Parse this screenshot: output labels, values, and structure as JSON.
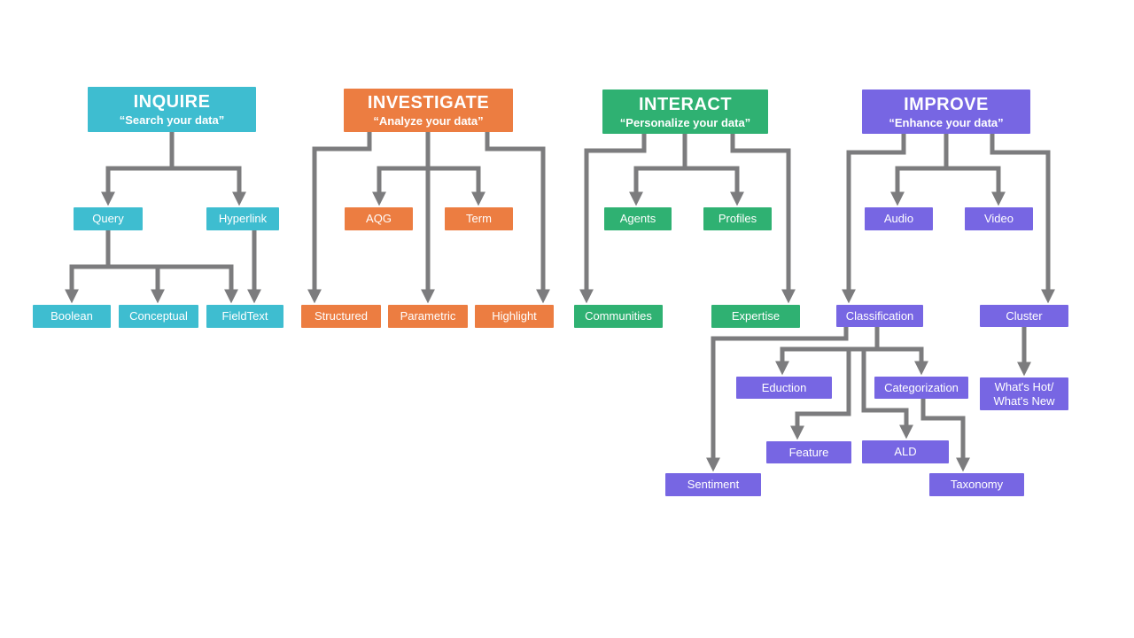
{
  "palette": {
    "inquire": "#3ebdd0",
    "investigate": "#ec7d41",
    "interact": "#2fb172",
    "improve": "#7766e3",
    "connector": "#7c7c7e",
    "background": "#ffffff",
    "text": "#ffffff"
  },
  "branches": {
    "inquire": {
      "title": "INQUIRE",
      "subtitle": "“Search your data”",
      "nodes": {
        "query": "Query",
        "hyperlink": "Hyperlink",
        "boolean": "Boolean",
        "conceptual": "Conceptual",
        "fieldtext": "FieldText"
      }
    },
    "investigate": {
      "title": "INVESTIGATE",
      "subtitle": "“Analyze your data”",
      "nodes": {
        "aqg": "AQG",
        "term": "Term",
        "structured": "Structured",
        "parametric": "Parametric",
        "highlight": "Highlight"
      }
    },
    "interact": {
      "title": "INTERACT",
      "subtitle": "“Personalize your data”",
      "nodes": {
        "agents": "Agents",
        "profiles": "Profiles",
        "communities": "Communities",
        "expertise": "Expertise"
      }
    },
    "improve": {
      "title": "IMPROVE",
      "subtitle": "“Enhance your data”",
      "nodes": {
        "audio": "Audio",
        "video": "Video",
        "classification": "Classification",
        "cluster": "Cluster",
        "eduction": "Eduction",
        "categorization": "Categorization",
        "whats_hot": "What's Hot/\nWhat's New",
        "feature": "Feature",
        "ald": "ALD",
        "sentiment": "Sentiment",
        "taxonomy": "Taxonomy"
      }
    }
  }
}
